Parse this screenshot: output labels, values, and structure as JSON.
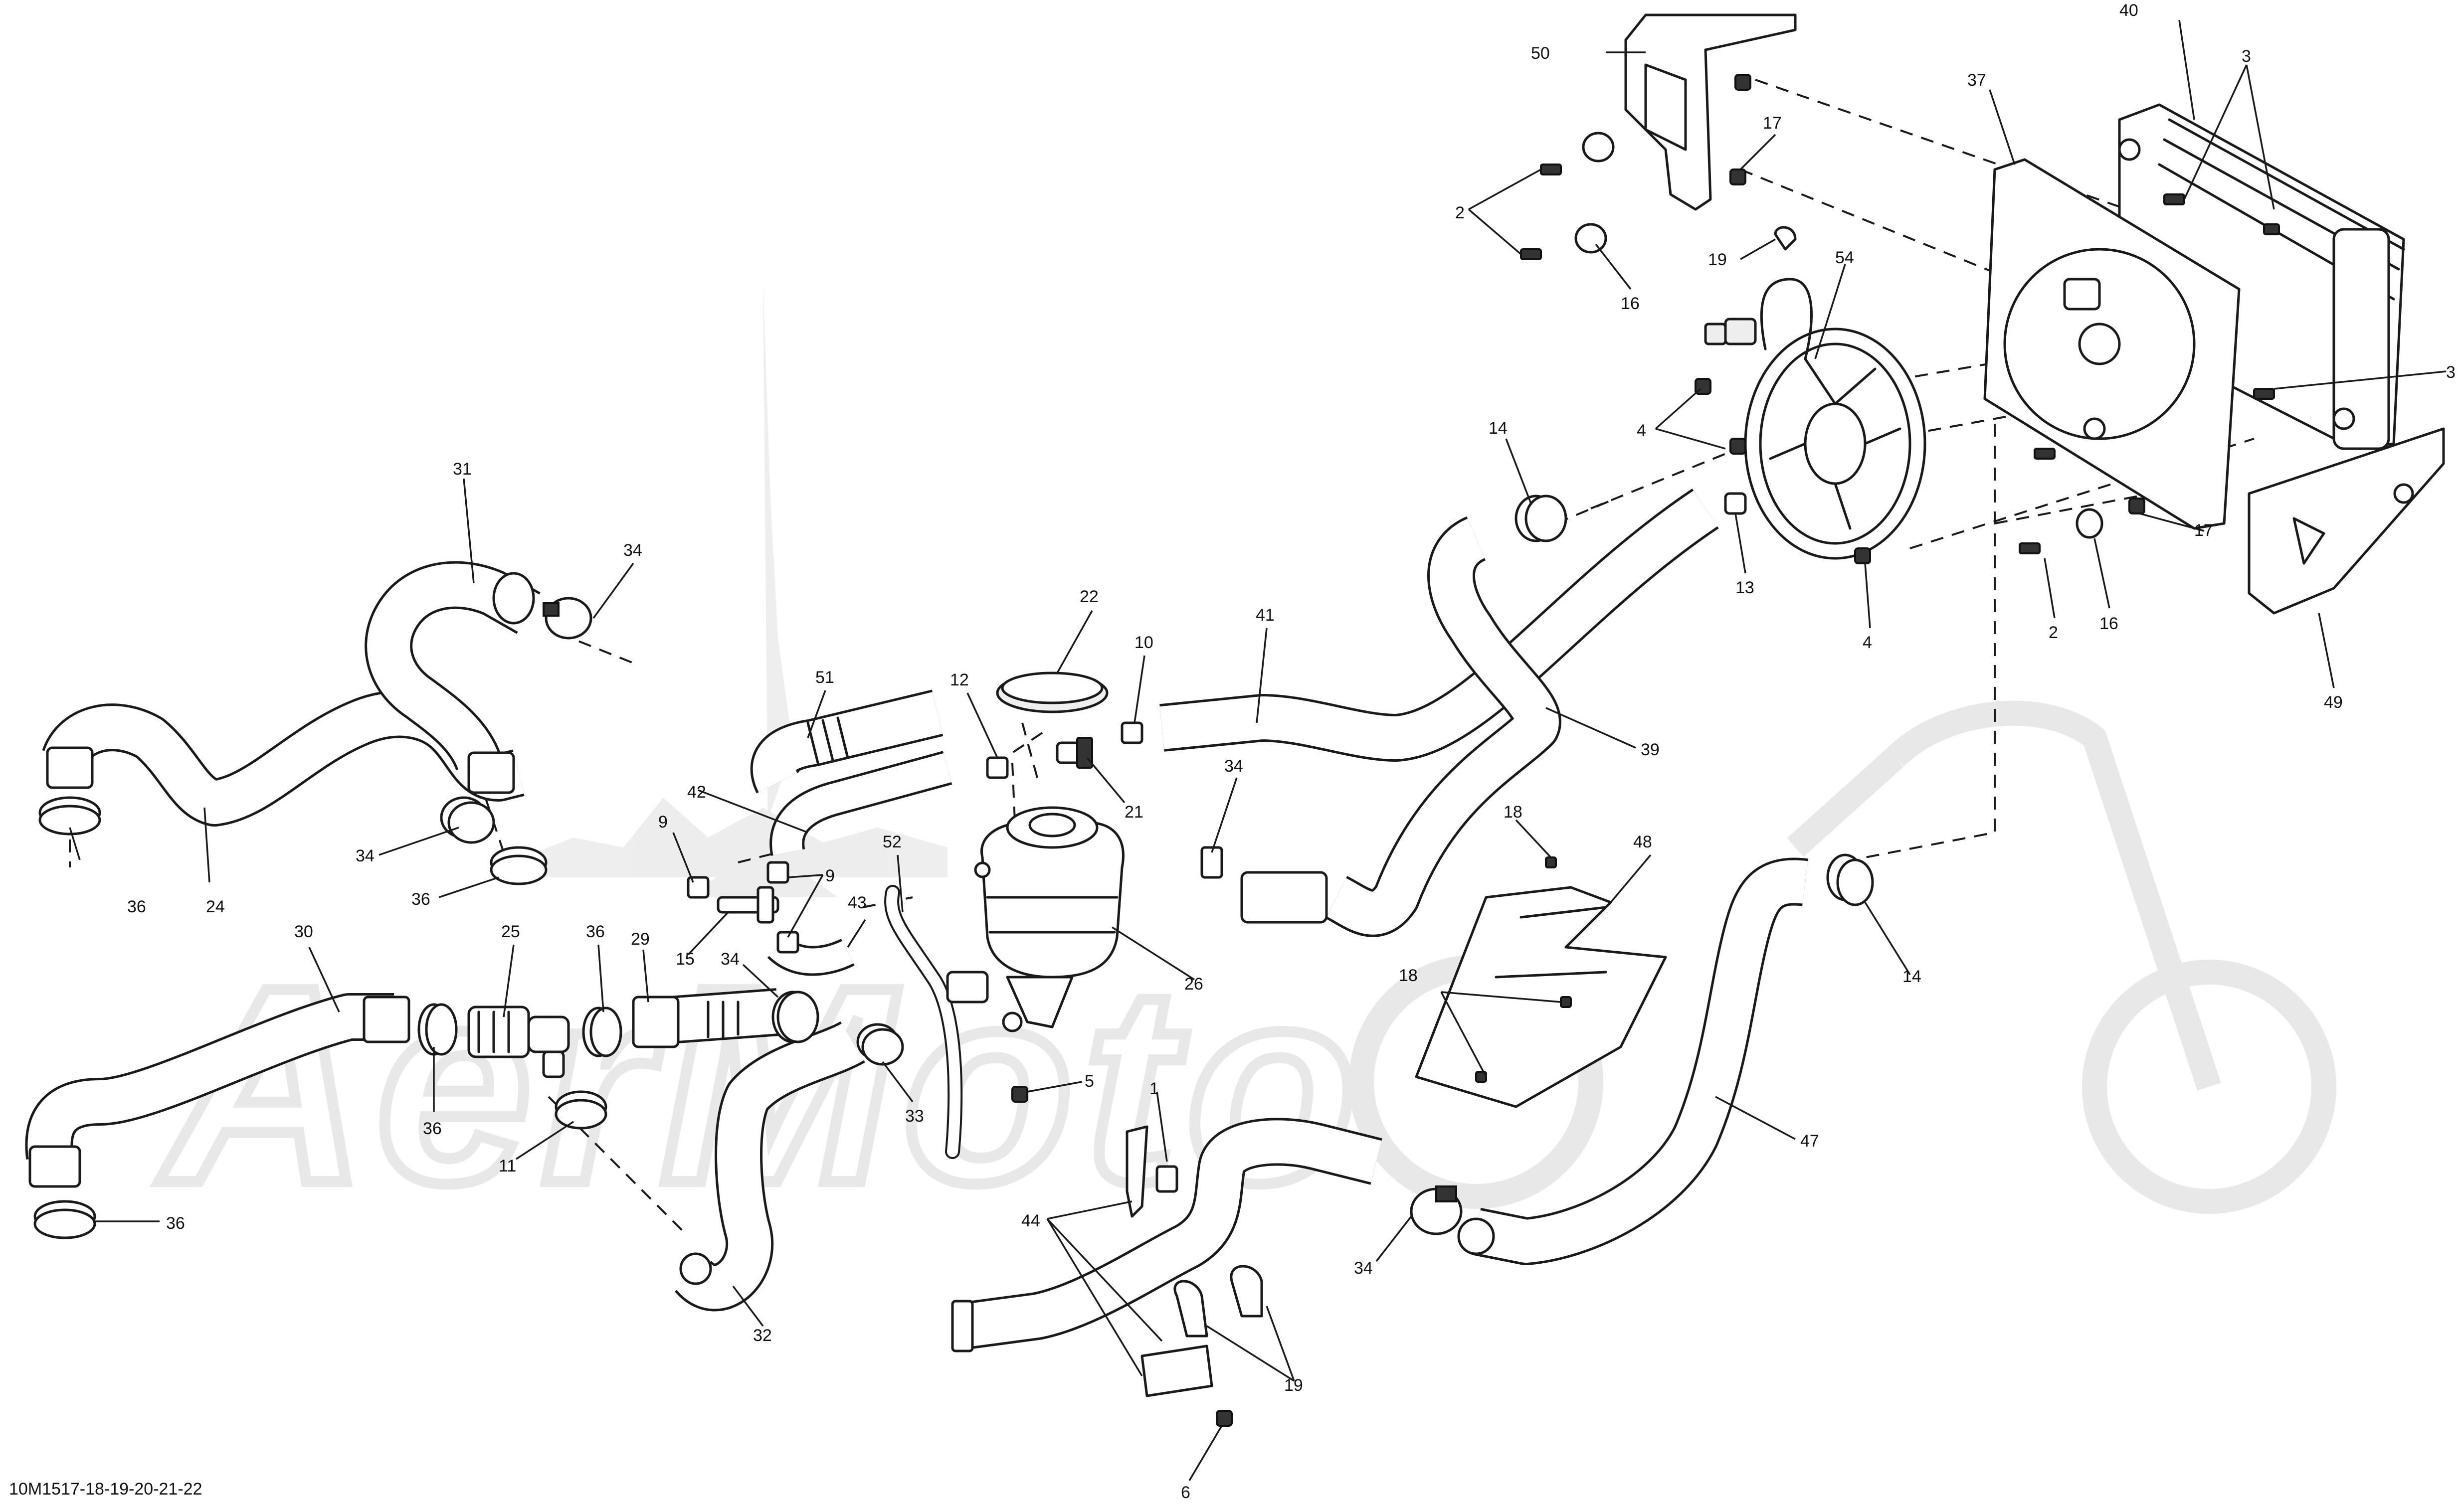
{
  "diagram": {
    "code": "10M1517-18-19-20-21-22",
    "watermark": "AerMoto",
    "callouts": [
      {
        "id": "c50",
        "label": "50"
      },
      {
        "id": "c40",
        "label": "40"
      },
      {
        "id": "c37",
        "label": "37"
      },
      {
        "id": "c3a",
        "label": "3"
      },
      {
        "id": "c3b",
        "label": "3"
      },
      {
        "id": "c17a",
        "label": "17"
      },
      {
        "id": "c2a",
        "label": "2"
      },
      {
        "id": "c16a",
        "label": "16"
      },
      {
        "id": "c19a",
        "label": "19"
      },
      {
        "id": "c54",
        "label": "54"
      },
      {
        "id": "c4a",
        "label": "4"
      },
      {
        "id": "c14a",
        "label": "14"
      },
      {
        "id": "c13",
        "label": "13"
      },
      {
        "id": "c4b",
        "label": "4"
      },
      {
        "id": "c17b",
        "label": "17"
      },
      {
        "id": "c2b",
        "label": "2"
      },
      {
        "id": "c16b",
        "label": "16"
      },
      {
        "id": "c49",
        "label": "49"
      },
      {
        "id": "c31",
        "label": "31"
      },
      {
        "id": "c34a",
        "label": "34"
      },
      {
        "id": "c22",
        "label": "22"
      },
      {
        "id": "c41",
        "label": "41"
      },
      {
        "id": "c10",
        "label": "10"
      },
      {
        "id": "c51",
        "label": "51"
      },
      {
        "id": "c12",
        "label": "12"
      },
      {
        "id": "c21",
        "label": "21"
      },
      {
        "id": "c39",
        "label": "39"
      },
      {
        "id": "c42",
        "label": "42"
      },
      {
        "id": "c9a",
        "label": "9"
      },
      {
        "id": "c9b",
        "label": "9"
      },
      {
        "id": "c34b",
        "label": "34"
      },
      {
        "id": "c34c",
        "label": "34"
      },
      {
        "id": "c36a",
        "label": "36"
      },
      {
        "id": "c24",
        "label": "24"
      },
      {
        "id": "c36b",
        "label": "36"
      },
      {
        "id": "c52",
        "label": "52"
      },
      {
        "id": "c18a",
        "label": "18"
      },
      {
        "id": "c48",
        "label": "48"
      },
      {
        "id": "c15",
        "label": "15"
      },
      {
        "id": "c43",
        "label": "43"
      },
      {
        "id": "c30",
        "label": "30"
      },
      {
        "id": "c25",
        "label": "25"
      },
      {
        "id": "c36c",
        "label": "36"
      },
      {
        "id": "c29",
        "label": "29"
      },
      {
        "id": "c34d",
        "label": "34"
      },
      {
        "id": "c26",
        "label": "26"
      },
      {
        "id": "c18b",
        "label": "18"
      },
      {
        "id": "c14b",
        "label": "14"
      },
      {
        "id": "c36d",
        "label": "36"
      },
      {
        "id": "c11",
        "label": "11"
      },
      {
        "id": "c33",
        "label": "33"
      },
      {
        "id": "c5",
        "label": "5"
      },
      {
        "id": "c1",
        "label": "1"
      },
      {
        "id": "c47",
        "label": "47"
      },
      {
        "id": "c36e",
        "label": "36"
      },
      {
        "id": "c44",
        "label": "44"
      },
      {
        "id": "c34e",
        "label": "34"
      },
      {
        "id": "c32",
        "label": "32"
      },
      {
        "id": "c19b",
        "label": "19"
      },
      {
        "id": "c6",
        "label": "6"
      }
    ]
  }
}
